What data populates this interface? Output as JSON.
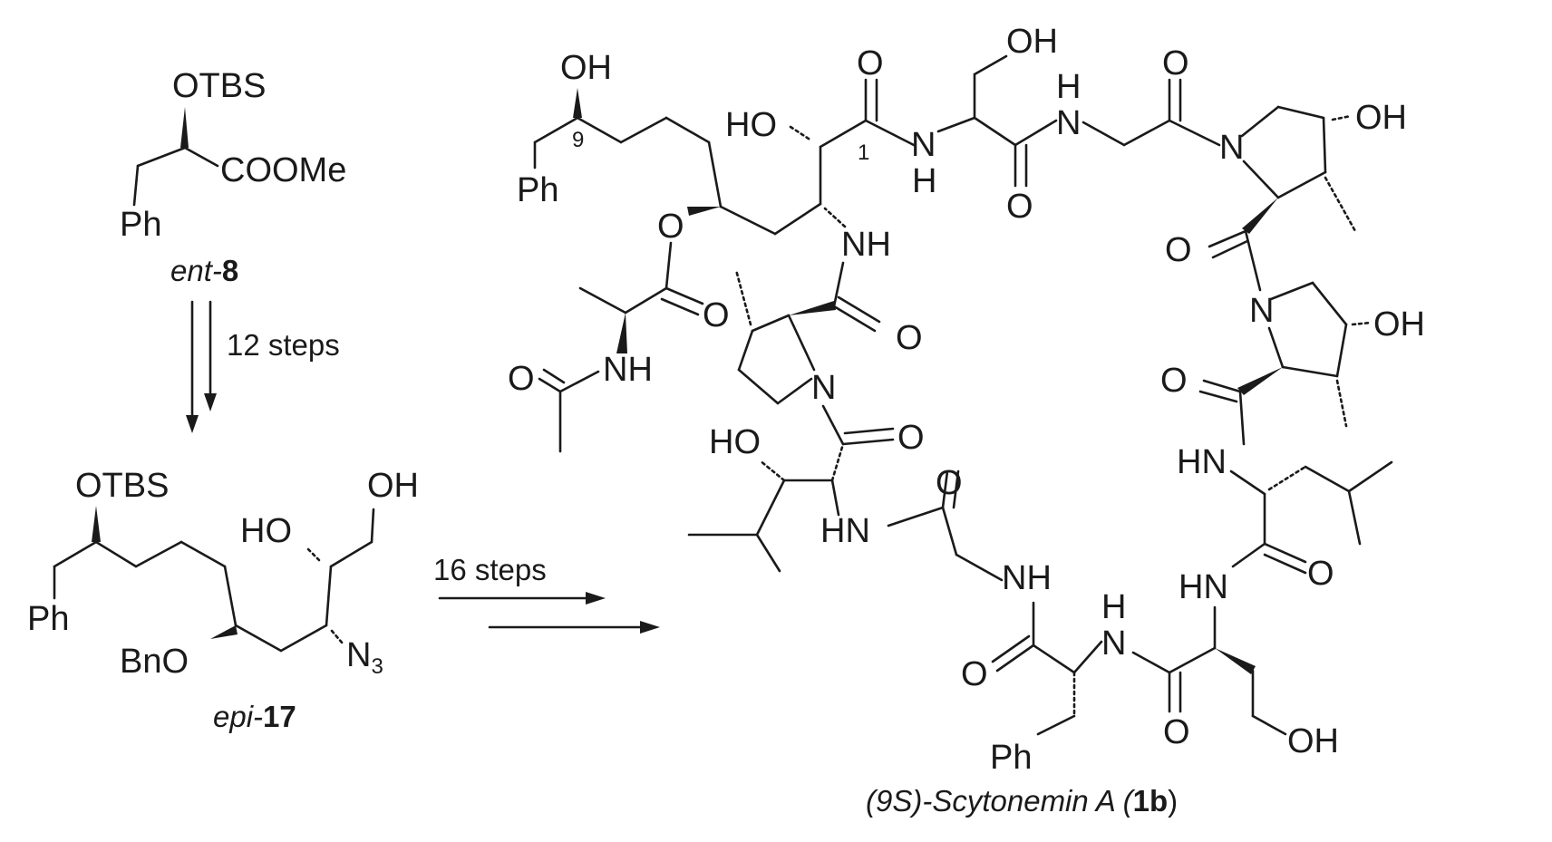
{
  "compound_ent8": {
    "otbs": "OTBS",
    "coome": "COOMe",
    "ph": "Ph",
    "name_prefix": "ent-",
    "name_num": "8"
  },
  "arrow1": {
    "label": "12 steps"
  },
  "compound_epi17": {
    "otbs": "OTBS",
    "oh": "OH",
    "ho": "HO",
    "ph": "Ph",
    "bno": "BnO",
    "n3": "N",
    "n3_sub": "3",
    "name_prefix": "epi-",
    "name_num": "17"
  },
  "arrow2": {
    "label": "16 steps"
  },
  "scytonemin": {
    "oh_top": "OH",
    "num9": "9",
    "ph_left": "Ph",
    "ho_c2": "HO",
    "o_c1": "O",
    "num1": "1",
    "nh1_n": "N",
    "nh1_h": "H",
    "ser_oh": "OH",
    "o_ser": "O",
    "nh2_h": "H",
    "nh2_n": "N",
    "o_gly1": "O",
    "n_pro1": "N",
    "oh_pro1": "OH",
    "o_ester": "O",
    "o_esterco": "O",
    "nh_amide": "NH",
    "o_ac": "O",
    "nh_ac": "NH",
    "o_pro2": "O",
    "n_pro2": "N",
    "o_pro1co": "O",
    "n_pro3": "N",
    "oh_pro3": "OH",
    "ho_thr": "HO",
    "o_thr": "O",
    "o_pro3co": "O",
    "hn_leu": "HN",
    "o_gly2": "O",
    "hn_gly2": "HN",
    "nh_gly2": "NH",
    "o_leu": "O",
    "hn_hse": "HN",
    "o_phe": "O",
    "h_phe": "H",
    "n_phe": "N",
    "o_hse": "O",
    "ph_bottom": "Ph",
    "oh_hse": "OH",
    "caption_pre": "(9S)-Scytonemin A (",
    "caption_num": "1b",
    "caption_post": ")"
  }
}
